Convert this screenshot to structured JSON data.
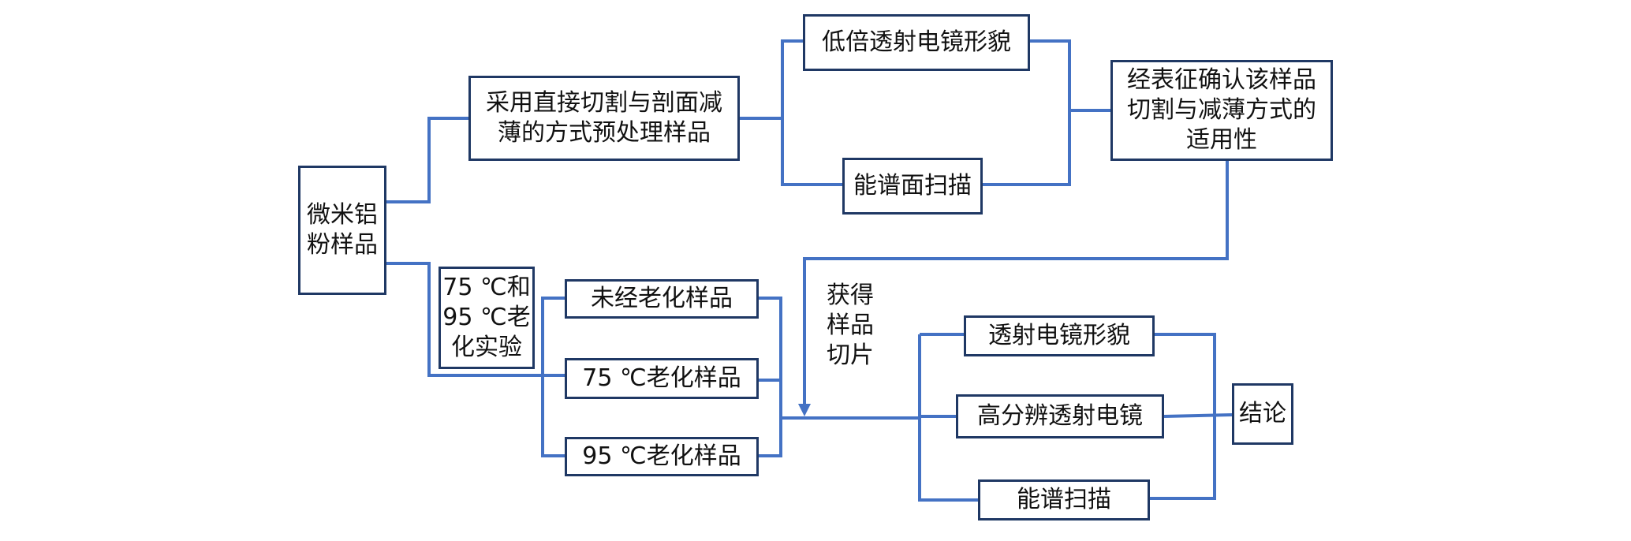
{
  "colors": {
    "connector": "#4472c4",
    "box_border": "#1f3864",
    "text": "#111111"
  },
  "nodes": {
    "sample": "微米铝\n粉样品",
    "pretreat": "采用直接切割与剖面减\n薄的方式预处理样品",
    "low_tem": "低倍透射电镜形貌",
    "eds_map": "能谱面扫描",
    "confirm": "经表征确认该样品\n切割与减薄方式的\n适用性",
    "aging_exp": "75 ℃和\n95 ℃老\n化实验",
    "unaged": "未经老化样品",
    "aged75": "75 ℃老化样品",
    "aged95": "95 ℃老化样品",
    "slice": "获得\n样品\n切片",
    "tem": "透射电镜形貌",
    "hrtem": "高分辨透射电镜",
    "eds_scan": "能谱扫描",
    "conclusion": "结论"
  }
}
